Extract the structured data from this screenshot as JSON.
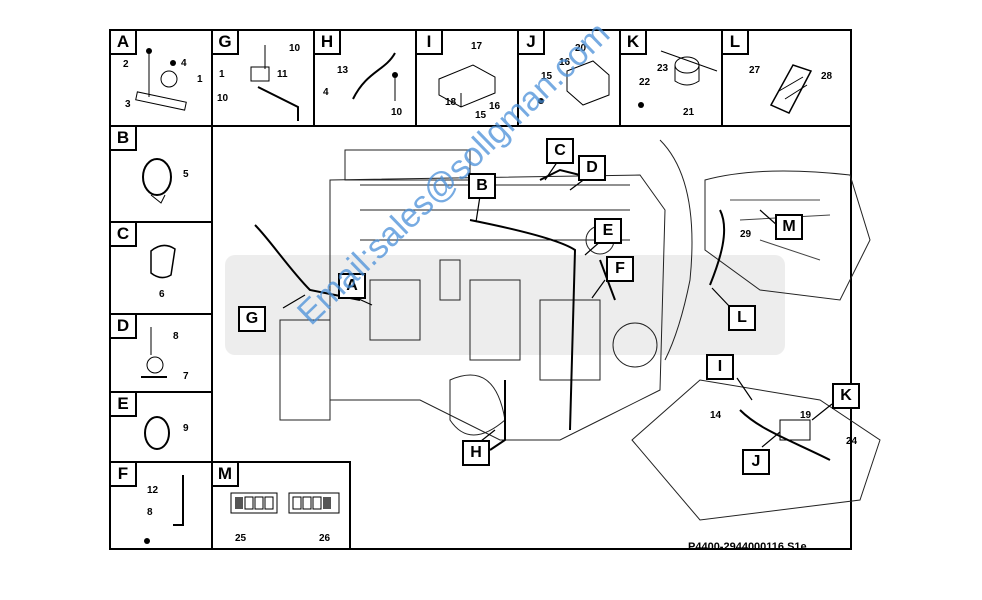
{
  "panels": [
    {
      "id": "A",
      "numbers": [
        "2",
        "4",
        "1",
        "3"
      ]
    },
    {
      "id": "G",
      "numbers": [
        "10",
        "1",
        "11",
        "10"
      ]
    },
    {
      "id": "H",
      "numbers": [
        "13",
        "4",
        "10"
      ]
    },
    {
      "id": "I",
      "numbers": [
        "17",
        "18",
        "16",
        "15"
      ]
    },
    {
      "id": "J",
      "numbers": [
        "20",
        "16",
        "15"
      ]
    },
    {
      "id": "K",
      "numbers": [
        "23",
        "22",
        "21"
      ]
    },
    {
      "id": "L",
      "numbers": [
        "27",
        "28"
      ]
    },
    {
      "id": "B",
      "numbers": [
        "5"
      ]
    },
    {
      "id": "C",
      "numbers": [
        "6"
      ]
    },
    {
      "id": "D",
      "numbers": [
        "8",
        "7"
      ]
    },
    {
      "id": "E",
      "numbers": [
        "9"
      ]
    },
    {
      "id": "F",
      "numbers": [
        "12",
        "8"
      ]
    },
    {
      "id": "M",
      "numbers": [
        "25",
        "26"
      ]
    }
  ],
  "callouts": {
    "C": "C",
    "D": "D",
    "B": "B",
    "E": "E",
    "F": "F",
    "A": "A",
    "G": "G",
    "H": "H",
    "M": "M",
    "L": "L",
    "I": "I",
    "K": "K",
    "J": "J"
  },
  "detail_numbers": {
    "n29": "29",
    "n14": "14",
    "n19": "19",
    "n24": "24"
  },
  "watermark": "Email:sales@sollgman.com",
  "reference": "P4400-2944000116.S1e"
}
